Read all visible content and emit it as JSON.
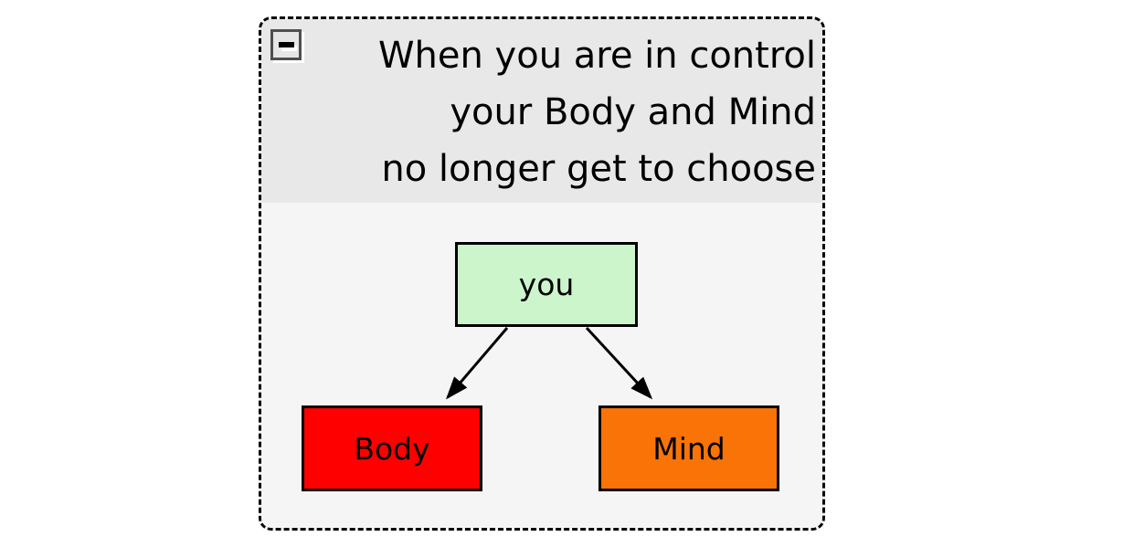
{
  "group": {
    "title_lines": [
      "When you are in control",
      "your Body and Mind",
      "no longer get to choose"
    ],
    "collapse_button": {
      "glyph": "minus-icon",
      "state": "expanded"
    },
    "nodes": [
      {
        "id": "you",
        "label": "you",
        "fill": "#ccf5cc"
      },
      {
        "id": "body",
        "label": "Body",
        "fill": "#ff0000"
      },
      {
        "id": "mind",
        "label": "Mind",
        "fill": "#f97306"
      }
    ],
    "edges": [
      {
        "from": "you",
        "to": "body"
      },
      {
        "from": "you",
        "to": "mind"
      }
    ],
    "colors": {
      "header_bg": "#e8e8e8",
      "body_bg": "#f5f5f5",
      "border": "#000000",
      "arrow": "#000000",
      "text": "#000000"
    }
  }
}
